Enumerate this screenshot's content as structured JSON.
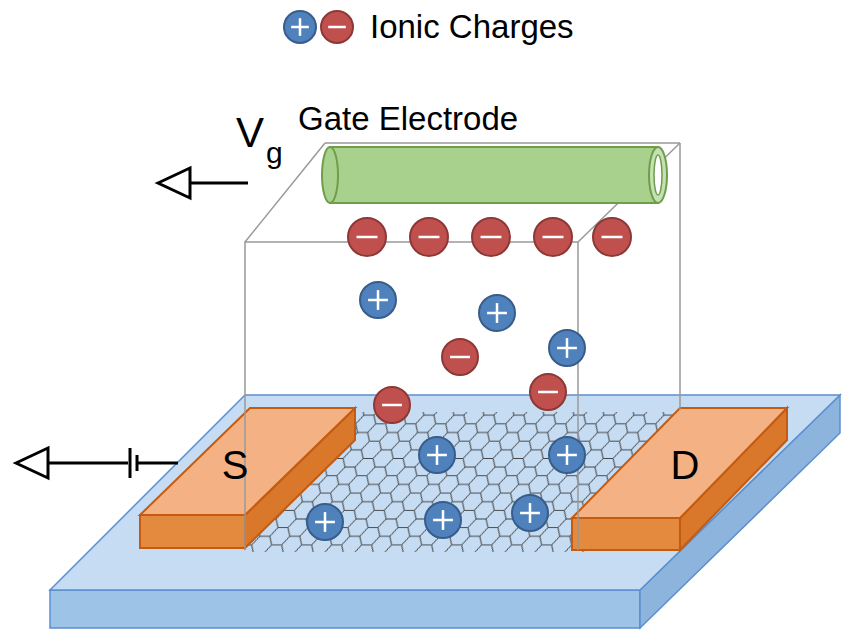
{
  "diagram": {
    "nodes": [
      {
        "text": [
          "S"
        ]
      },
      {
        "text": [
          "D"
        ]
      }
    ],
    "labels": [
      "V",
      "g",
      "Gate Electrode"
    ],
    "legend": [
      {
        "text": "Ionic Charges"
      }
    ]
  }
}
